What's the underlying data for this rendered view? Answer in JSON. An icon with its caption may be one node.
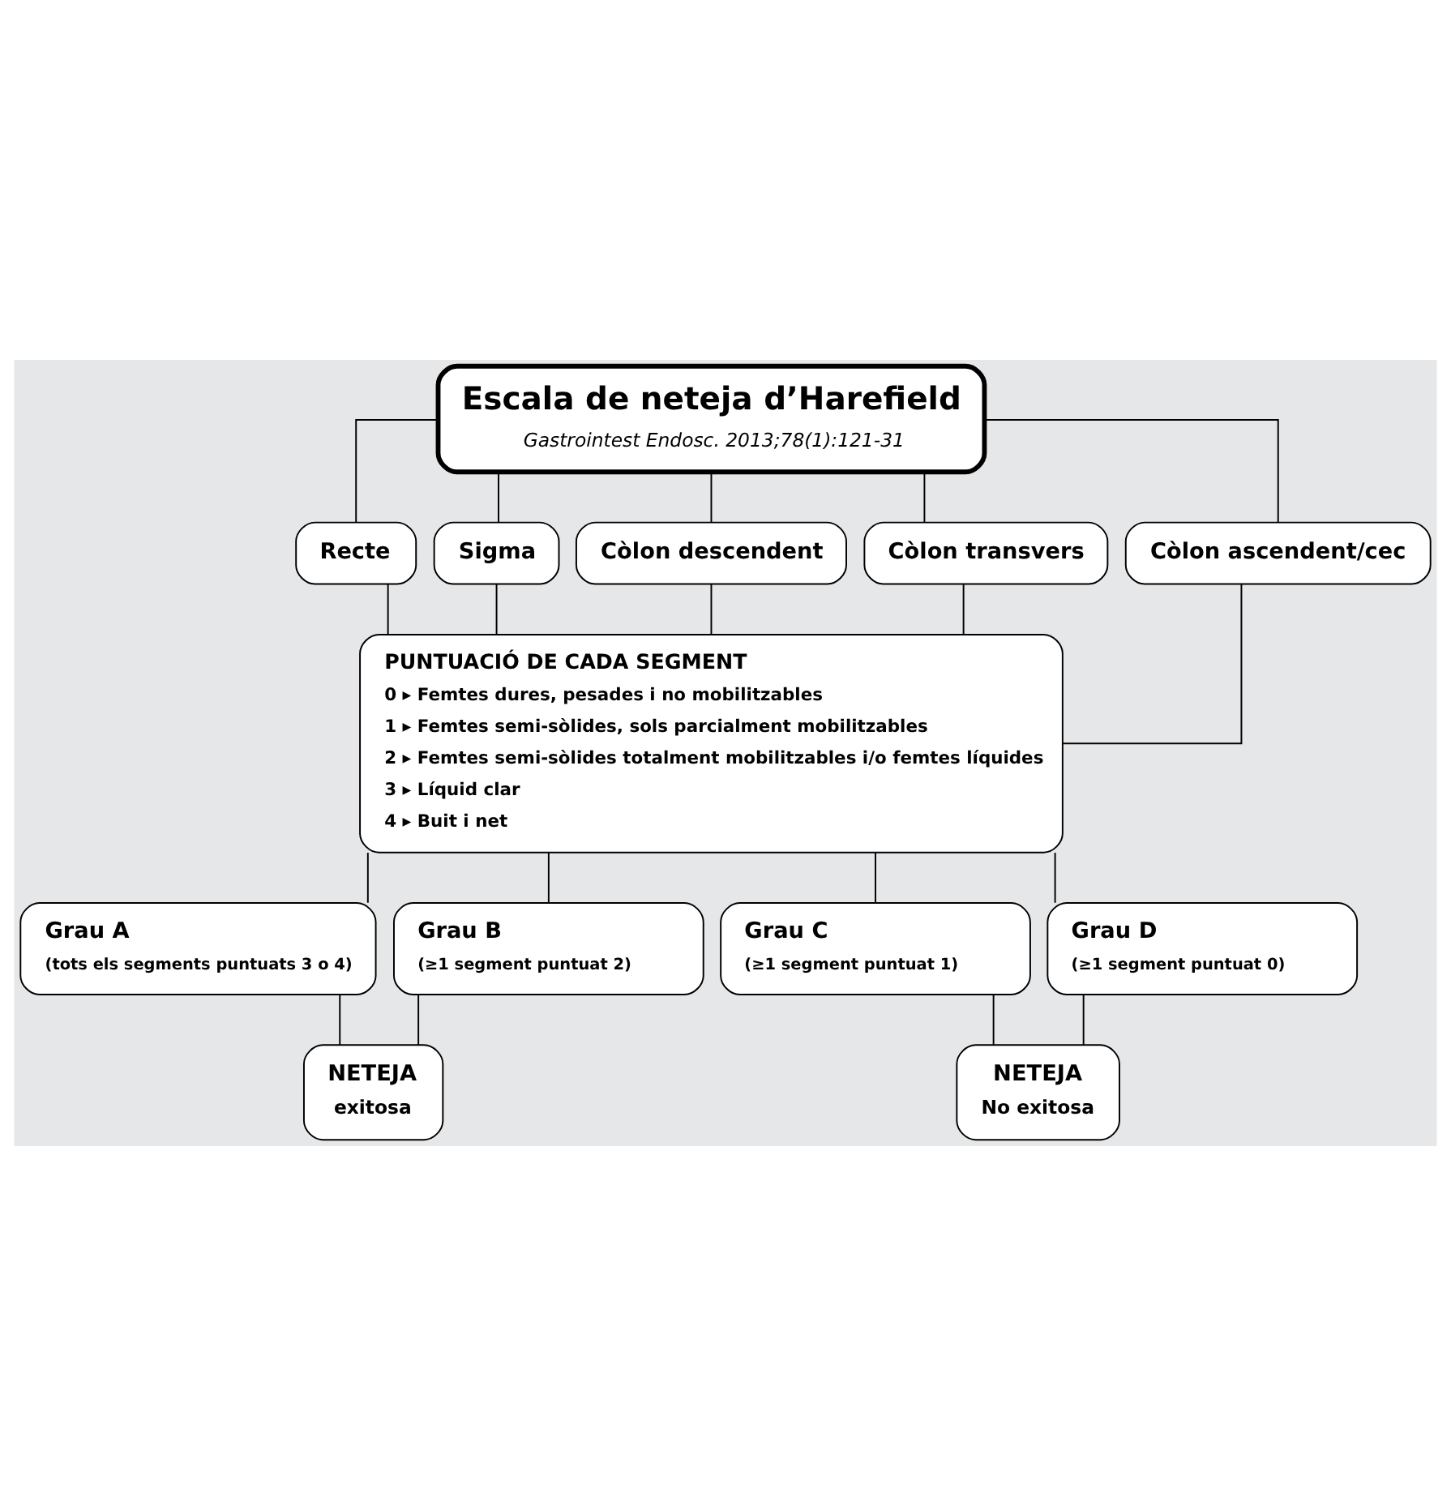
{
  "diagram": {
    "nodes": [
      {
        "text": [
          "Escala de neteja d’Harefield",
          "Gastrointest Endosc. 2013;78(1):121-31"
        ]
      },
      {
        "text": [
          "Recte"
        ]
      },
      {
        "text": [
          "Sigma"
        ]
      },
      {
        "text": [
          "Còlon descendent"
        ]
      },
      {
        "text": [
          "Còlon transvers"
        ]
      },
      {
        "text": [
          "Còlon ascendent/cec"
        ]
      },
      {
        "text": [
          "PUNTUACIÓ DE CADA SEGMENT",
          "0 ▸ Femtes dures, pesades i no mobilitzables",
          "1 ▸ Femtes semi-sòlides, sols parcialment mobilitzables",
          "2 ▸ Femtes semi-sòlides totalment mobilitzables i/o femtes líquides",
          "3 ▸ Líquid clar",
          "4 ▸ Buit i net"
        ]
      },
      {
        "text": [
          "Grau A",
          "(tots els segments puntuats 3 o 4)"
        ]
      },
      {
        "text": [
          "Grau B",
          "(≥1 segment puntuat 2)"
        ]
      },
      {
        "text": [
          "Grau C",
          "(≥1 segment puntuat 1)"
        ]
      },
      {
        "text": [
          "Grau D",
          "(≥1 segment puntuat 0)"
        ]
      },
      {
        "text": [
          "NETEJA",
          "exitosa"
        ]
      },
      {
        "text": [
          "NETEJA",
          "No exitosa"
        ]
      }
    ],
    "edges": [
      {
        "from": 0,
        "to": 1,
        "arrow": "none"
      },
      {
        "from": 0,
        "to": 2,
        "arrow": "none"
      },
      {
        "from": 0,
        "to": 3,
        "arrow": "none"
      },
      {
        "from": 0,
        "to": 4,
        "arrow": "none"
      },
      {
        "from": 0,
        "to": 5,
        "arrow": "none"
      },
      {
        "from": 1,
        "to": 6,
        "arrow": "none"
      },
      {
        "from": 2,
        "to": 6,
        "arrow": "none"
      },
      {
        "from": 3,
        "to": 6,
        "arrow": "none"
      },
      {
        "from": 4,
        "to": 6,
        "arrow": "none"
      },
      {
        "from": 5,
        "to": 6,
        "arrow": "none"
      },
      {
        "from": 6,
        "to": 7,
        "arrow": "none"
      },
      {
        "from": 6,
        "to": 8,
        "arrow": "none"
      },
      {
        "from": 6,
        "to": 9,
        "arrow": "none"
      },
      {
        "from": 6,
        "to": 10,
        "arrow": "none"
      },
      {
        "from": 7,
        "to": 11,
        "arrow": "none"
      },
      {
        "from": 8,
        "to": 11,
        "arrow": "none"
      },
      {
        "from": 9,
        "to": 12,
        "arrow": "none"
      },
      {
        "from": 10,
        "to": 12,
        "arrow": "none"
      }
    ]
  }
}
